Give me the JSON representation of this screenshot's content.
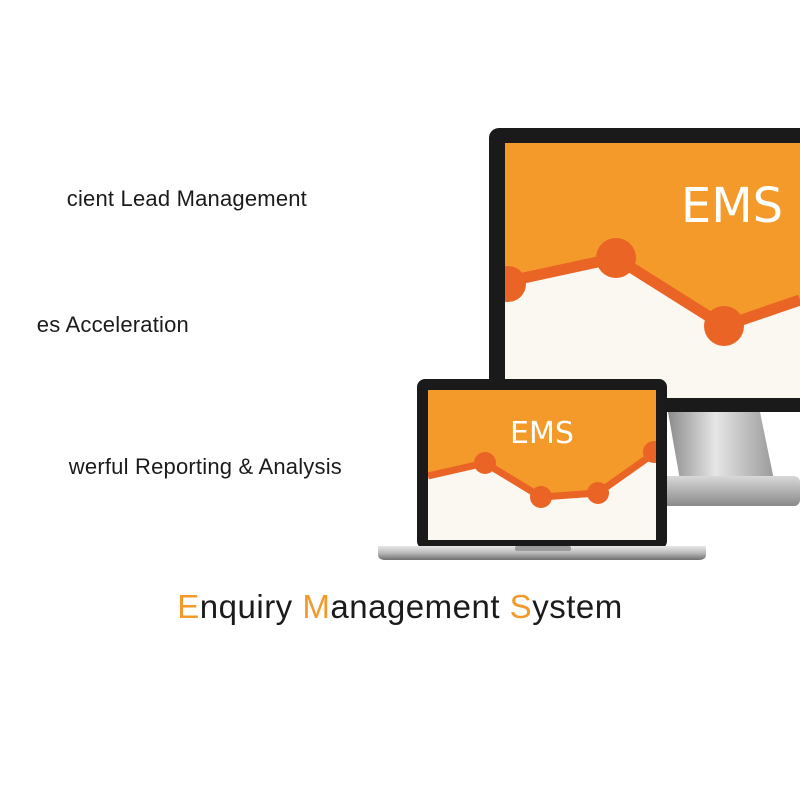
{
  "features": [
    {
      "text": "cient Lead Management"
    },
    {
      "text": "es Acceleration"
    },
    {
      "text": "werful Reporting & Analysis"
    }
  ],
  "devices": {
    "monitor_screen_label": "EMS",
    "laptop_screen_label": "EMS"
  },
  "tagline": {
    "word1_initial": "E",
    "word1_rest": "nquiry ",
    "word2_initial": "M",
    "word2_rest": "anagement ",
    "word3_initial": "S",
    "word3_rest": "ystem"
  },
  "colors": {
    "accent_orange": "#f39a2a",
    "chart_line": "#ea6425",
    "device_black": "#1a1a1a",
    "screen_light": "#fbf7f1"
  }
}
